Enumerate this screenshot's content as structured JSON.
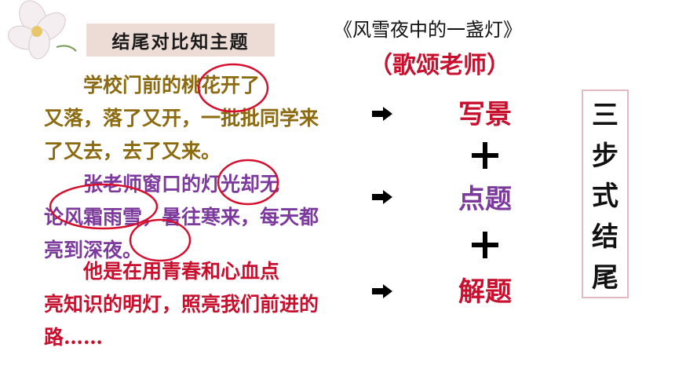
{
  "topic_label": "结尾对比知主题",
  "title": "《风雪夜中的一盏灯》",
  "subtitle": "（歌颂老师）",
  "passages": [
    {
      "line1": "学校门前的桃花开了",
      "rest": "又落，落了又开，一批批同学来了又去，去了又来。"
    },
    {
      "line1": "张老师窗口的灯光却无",
      "rest": "论风霜雨雪，暑往寒来，每天都亮到深夜。"
    },
    {
      "line1": "他是在用青春和心血点",
      "rest": "亮知识的明灯，照亮我们前进的路……"
    }
  ],
  "steps": [
    "写景",
    "点题",
    "解题"
  ],
  "plus": "+",
  "vertical_label": [
    "三",
    "步",
    "式",
    "结",
    "尾"
  ],
  "colors": {
    "brown": "#8b6a10",
    "purple": "#7b3a9c",
    "red": "#c8102e",
    "label_bg": "#eddcd6",
    "box_border": "#e3b9c3"
  }
}
